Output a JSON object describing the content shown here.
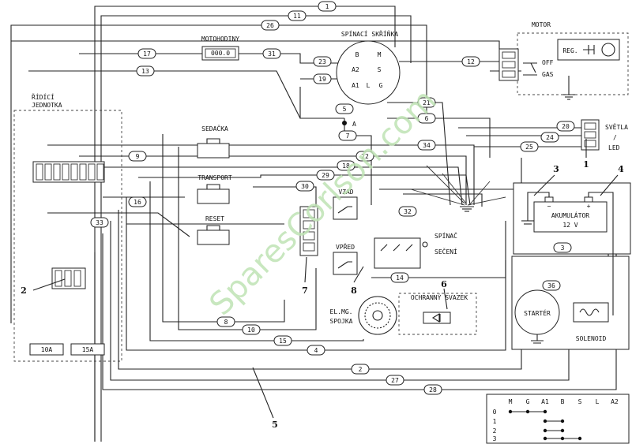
{
  "labels": {
    "motor": "MOTOR",
    "reg": "REG.",
    "off": "OFF",
    "gas": "GAS",
    "motohodiny": "MOTOHODINY",
    "hour_value": "000.0",
    "spinaci_skrinka": "SPÍNACÍ SKŘÍŇKA",
    "ridici": "ŘÍDÍCÍ",
    "jednotka": "JEDNOTKA",
    "sedacka": "SEDAČKA",
    "transport": "TRANSPORT",
    "reset": "RESET",
    "vzad": "VZAD",
    "vpred": "VPŘED",
    "spinac": "SPÍNAČ",
    "seceni": "SEČENÍ",
    "svetla": "SVĚTLA",
    "slash": "/",
    "led": "LED",
    "akumulator": "AKUMULÁTOR",
    "volt": "12 V",
    "minus": "−",
    "plus": "+",
    "ochranny": "OCHRANNÝ SVAZEK",
    "elmg": "EL.MG.",
    "spojka": "SPOJKA",
    "starter": "STARTÉR",
    "solenoid": "SOLENOID",
    "fuse1": "10A",
    "fuse2": "15A",
    "point_a": "A",
    "watermark": "SparesCorlson.com"
  },
  "ignition_terminals": [
    "B",
    "M",
    "A2",
    "S",
    "A1",
    "L",
    "G"
  ],
  "wire_numbers": [
    "1",
    "2",
    "3",
    "4",
    "5",
    "6",
    "7",
    "8",
    "9",
    "10",
    "11",
    "12",
    "13",
    "14",
    "15",
    "16",
    "17",
    "18",
    "19",
    "20",
    "21",
    "22",
    "23",
    "24",
    "25",
    "26",
    "27",
    "28",
    "29",
    "30",
    "31",
    "32",
    "33",
    "34",
    "36"
  ],
  "callouts": [
    "1",
    "2",
    "3",
    "4",
    "5",
    "6",
    "7",
    "8"
  ],
  "switch_table": {
    "headers": [
      "M",
      "G",
      "A1",
      "B",
      "S",
      "L",
      "A2"
    ],
    "rows": [
      "0",
      "1",
      "2",
      "3"
    ]
  }
}
